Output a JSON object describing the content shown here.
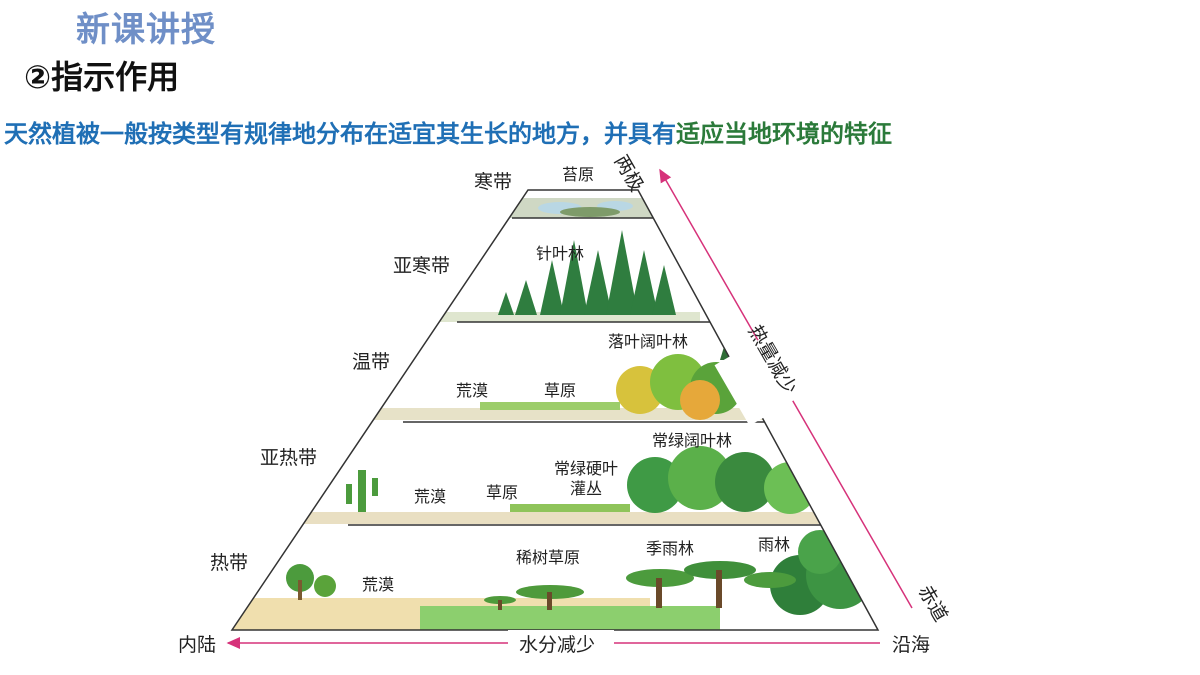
{
  "heading": "新课讲授",
  "subheading": "②指示作用",
  "sentence": {
    "part1": "天然植被一般按类型有规律地分布在适宜其生长的地方，并具有",
    "part2": "适应当地环境的特征"
  },
  "colors": {
    "heading": "#6f8fc7",
    "sentence_blue": "#1f6fb5",
    "sentence_green": "#2b7a3a",
    "arrow": "#d6327a"
  },
  "zones": [
    "寒带",
    "亚寒带",
    "温带",
    "亚热带",
    "热带"
  ],
  "vegetation": {
    "tundra": "苔原",
    "taiga": "针叶林",
    "temperate_forest": "落叶阔叶林",
    "temperate_desert": "荒漠",
    "temperate_grassland": "草原",
    "subtropical_forest": "常绿阔叶林",
    "sclerophyll_line1": "常绿硬叶",
    "sclerophyll_line2": "灌丛",
    "subtropical_desert": "荒漠",
    "subtropical_grassland": "草原",
    "savanna": "稀树草原",
    "monsoon_forest": "季雨林",
    "rainforest": "雨林",
    "tropical_desert": "荒漠"
  },
  "right_axis": {
    "top": "两极",
    "middle": "热量减少",
    "bottom": "赤道"
  },
  "bottom_axis": {
    "left": "内陆",
    "middle": "水分减少",
    "right": "沿海"
  }
}
